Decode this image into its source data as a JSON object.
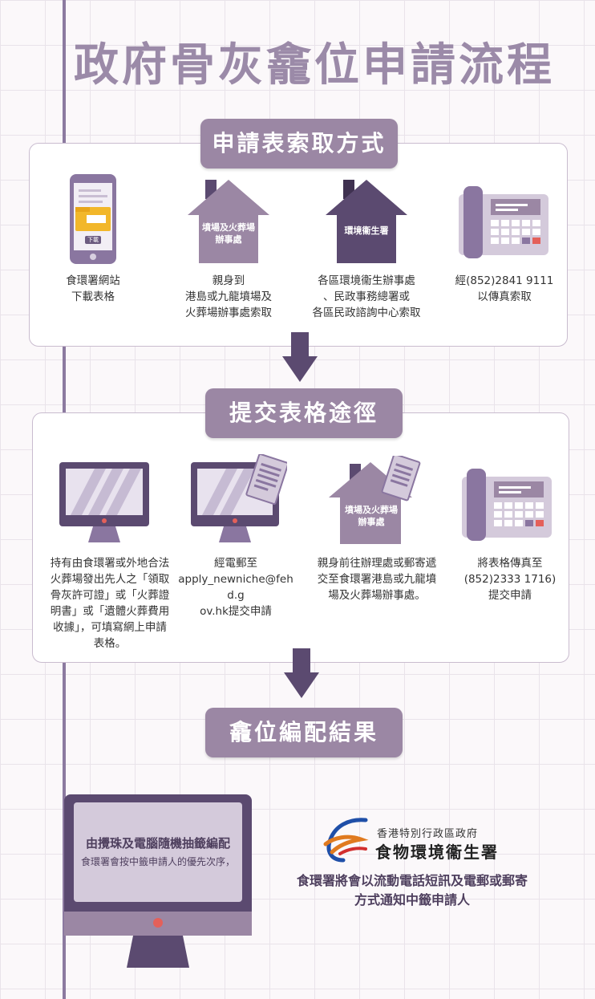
{
  "title": "政府骨灰龕位申請流程",
  "section1": {
    "heading": "申請表索取方式",
    "items": [
      {
        "icon": "smartphone-icon",
        "phone_button": "下載",
        "label": "食環署網站\n下載表格"
      },
      {
        "icon": "house-icon",
        "house_text": "墳場及火葬場\n辦事處",
        "label": "親身到\n港島或九龍墳場及\n火葬場辦事處索取"
      },
      {
        "icon": "house-icon",
        "house_text": "環境衞生署",
        "label": "各區環境衞生辦事處\n、民政事務總署或\n各區民政諮詢中心索取"
      },
      {
        "icon": "fax-machine-icon",
        "label": "經(852)2841 9111\n以傳真索取"
      }
    ]
  },
  "section2": {
    "heading": "提交表格途徑",
    "items": [
      {
        "icon": "computer-monitor-icon",
        "label": "持有由食環署或外地合法\n火葬場發出先人之「領取\n骨灰許可證」或「火葬證\n明書」或「遺體火葬費用\n收據」，可填寫網上申請\n表格。"
      },
      {
        "icon": "computer-document-icon",
        "label": "經電郵至\napply_newniche@fehd.g\nov.hk提交申請"
      },
      {
        "icon": "house-document-icon",
        "house_text": "墳場及火葬場\n辦事處",
        "label": "親身前往辦理處或郵寄遞\n交至食環署港島或九龍墳\n場及火葬場辦事處。"
      },
      {
        "icon": "fax-machine-icon",
        "label": "將表格傳真至\n(852)2333 1716)\n提交申請"
      }
    ]
  },
  "section3": {
    "heading": "龕位編配結果",
    "monitor_main": "由攪珠及電腦隨機抽籤編配",
    "monitor_sub": "食環署會按中籤申請人的優先次序，",
    "logo_line1": "香港特別行政區政府",
    "logo_line2": "食物環境衞生署",
    "notify": "食環署將會以流動電話短訊及電郵或郵寄\n方式通知中籤申請人"
  },
  "colors": {
    "accent": "#9b87a4",
    "dark": "#5b4a70",
    "title": "#9b8aa8",
    "line": "#8c7aa0"
  }
}
